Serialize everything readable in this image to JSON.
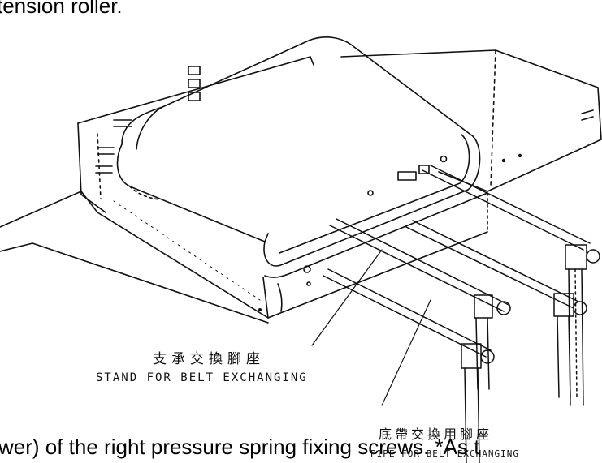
{
  "text": {
    "top_fragment": "tension roller.",
    "bottom_fragment": "wer) of the right pressure spring fixing screws. *As t"
  },
  "callouts": {
    "stand_cn": "支承交換腳座",
    "stand_en": "STAND FOR BELT EXCHANGING",
    "pipe_cn": "底帶交換用腳座",
    "pipe_en": "PIPE FOR BELT EXCHANGING"
  }
}
